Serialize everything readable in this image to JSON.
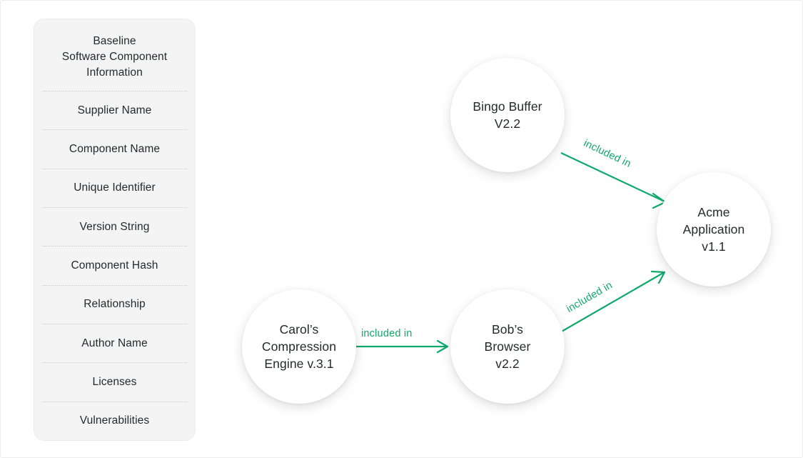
{
  "panel": {
    "name": "baseline-software-component-information",
    "header": "Baseline\nSoftware Component\nInformation",
    "rows": [
      {
        "label": "Supplier Name"
      },
      {
        "label": "Component Name"
      },
      {
        "label": "Unique Identifier"
      },
      {
        "label": "Version String"
      },
      {
        "label": "Component Hash"
      },
      {
        "label": "Relationship"
      },
      {
        "label": "Author Name"
      },
      {
        "label": "Licenses"
      },
      {
        "label": "Vulnerabilities"
      }
    ]
  },
  "diagram": {
    "accent_color": "#10a96a",
    "node_text_color": "#26292b",
    "nodes": [
      {
        "id": "bingo-buffer",
        "label": "Bingo Buffer\nV2.2"
      },
      {
        "id": "acme-application",
        "label": "Acme\nApplication\nv1.1"
      },
      {
        "id": "carol-compression-engine",
        "label": "Carol’s\nCompression\nEngine v.3.1"
      },
      {
        "id": "bob-browser",
        "label": "Bob’s\nBrowser\nv2.2"
      }
    ],
    "edges": [
      {
        "id": "bingo-to-acme",
        "from": "bingo-buffer",
        "to": "acme-application",
        "label": "included in"
      },
      {
        "id": "carol-to-bob",
        "from": "carol-compression-engine",
        "to": "bob-browser",
        "label": "included in"
      },
      {
        "id": "bob-to-acme",
        "from": "bob-browser",
        "to": "acme-application",
        "label": "included in"
      }
    ]
  }
}
